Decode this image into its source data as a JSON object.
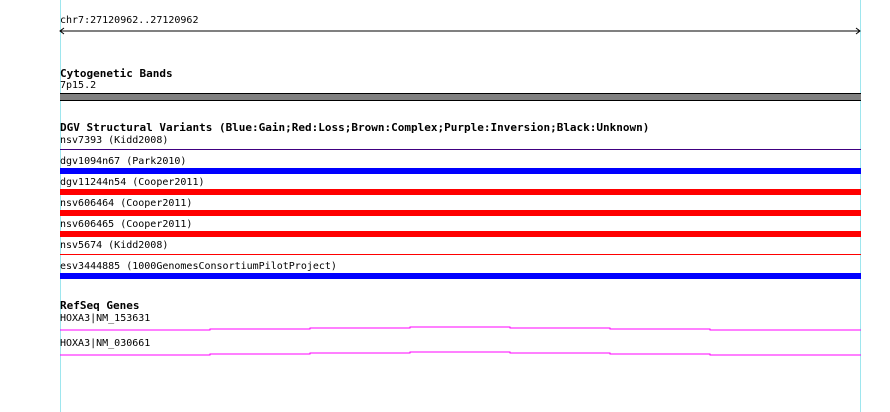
{
  "location": "chr7:27120962..27120962",
  "tracks": {
    "cyto": {
      "title": "Cytogenetic Bands",
      "band": "7p15.2"
    },
    "dgv": {
      "title": "DGV Structural Variants (Blue:Gain;Red:Loss;Brown:Complex;Purple:Inversion;Black:Unknown)",
      "items": [
        {
          "label": "nsv7393 (Kidd2008)",
          "color": "#400080",
          "type": "line"
        },
        {
          "label": "dgv1094n67 (Park2010)",
          "color": "#0000ff",
          "type": "bar"
        },
        {
          "label": "dgv11244n54 (Cooper2011)",
          "color": "#ff0000",
          "type": "bar"
        },
        {
          "label": "nsv606464 (Cooper2011)",
          "color": "#ff0000",
          "type": "bar"
        },
        {
          "label": "nsv606465 (Cooper2011)",
          "color": "#ff0000",
          "type": "bar"
        },
        {
          "label": "nsv5674 (Kidd2008)",
          "color": "#ff0000",
          "type": "line"
        },
        {
          "label": "esv3444885 (1000GenomesConsortiumPilotProject)",
          "color": "#0000ff",
          "type": "bar"
        }
      ]
    },
    "refseq": {
      "title": "RefSeq Genes",
      "items": [
        {
          "label": "HOXA3|NM_153631"
        },
        {
          "label": "HOXA3|NM_030661"
        }
      ],
      "color": "#ff00ff"
    }
  }
}
